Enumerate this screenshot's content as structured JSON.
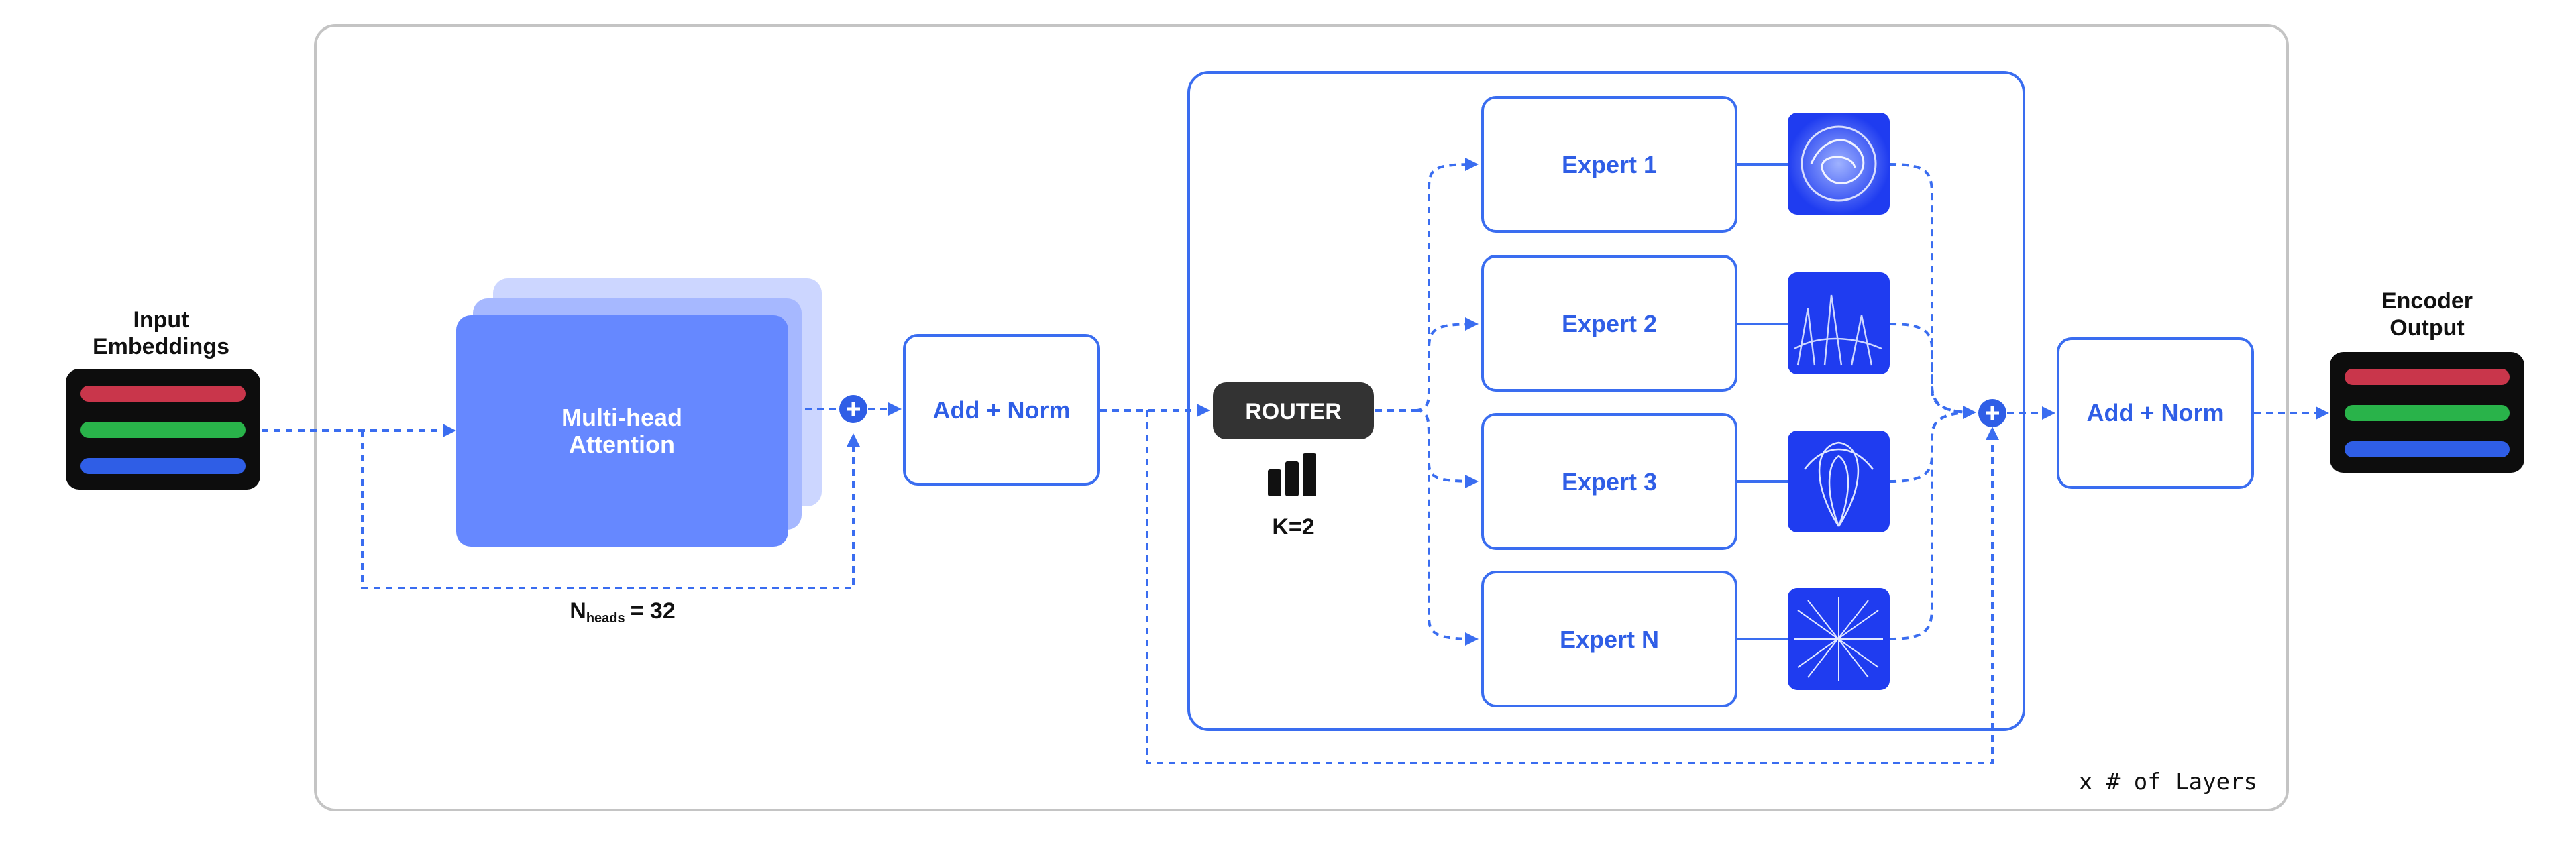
{
  "input": {
    "label_line1": "Input",
    "label_line2": "Embeddings"
  },
  "attention": {
    "label_line1": "Multi-head",
    "label_line2": "Attention",
    "heads_sym": "N",
    "heads_sub": "heads",
    "heads_value": "= 32"
  },
  "add_norm_1": {
    "label": "Add + Norm"
  },
  "router": {
    "label": "ROUTER",
    "k_label": "K=2"
  },
  "experts": [
    {
      "label": "Expert 1"
    },
    {
      "label": "Expert 2"
    },
    {
      "label": "Expert 3"
    },
    {
      "label": "Expert N"
    }
  ],
  "add_norm_2": {
    "label": "Add + Norm"
  },
  "output": {
    "label_line1": "Encoder",
    "label_line2": "Output"
  },
  "layers_label": "x # of Layers",
  "colors": {
    "accent": "#3a6df0",
    "text_blue": "#2f5ee6",
    "attention_fill": "#6688ff",
    "expert_image": "#1f3cf0",
    "router": "#333333",
    "embed_red": "#c9364b",
    "embed_green": "#29b34a",
    "embed_blue": "#2f5ee6"
  }
}
